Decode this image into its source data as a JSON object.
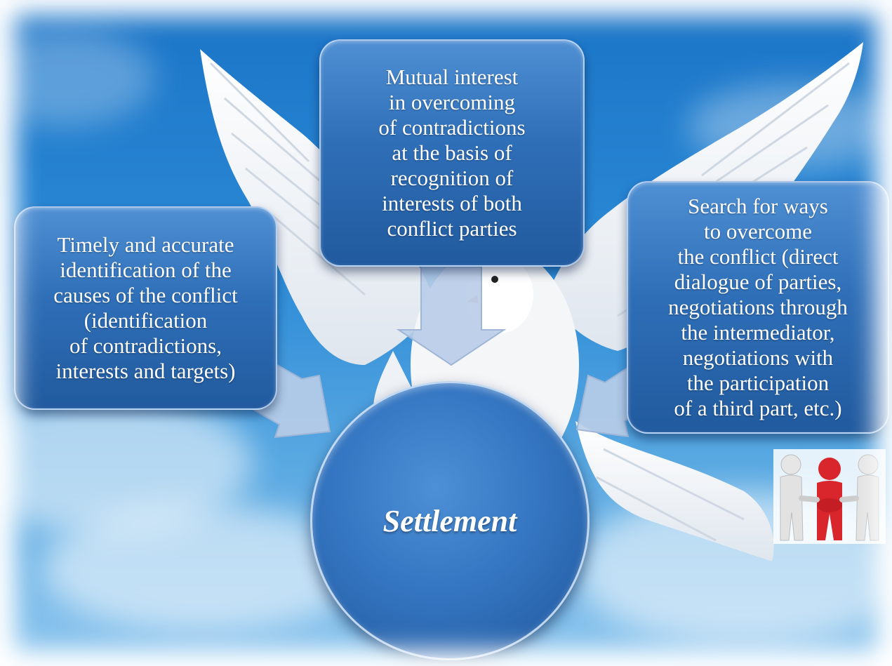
{
  "diagram": {
    "center": {
      "label": "Settlement"
    },
    "nodes": [
      {
        "id": "left",
        "text": "Timely and accurate\nidentification of the\ncauses of the conflict\n(identification\nof contradictions,\ninterests and targets)"
      },
      {
        "id": "top",
        "text": "Mutual interest\nin overcoming\nof contradictions\nat the basis of\nrecognition of\ninterests of both\nconflict parties"
      },
      {
        "id": "right",
        "text": "Search for ways\nto overcome\nthe conflict (direct\ndialogue of parties,\nnegotiations through\nthe intermediator,\nnegotiations with\nthe participation\nof a third part, etc.)"
      }
    ],
    "edges": [
      {
        "from": "left",
        "to": "center"
      },
      {
        "from": "top",
        "to": "center"
      },
      {
        "from": "right",
        "to": "center"
      }
    ],
    "colors": {
      "box_fill": "#2f6fb8",
      "arrow_fill": "#b9cde8",
      "sky": "#2b8ad6",
      "figure_accent": "#d8262c"
    },
    "images": [
      "white-dove",
      "sky-background",
      "people-handshake-figures"
    ]
  }
}
